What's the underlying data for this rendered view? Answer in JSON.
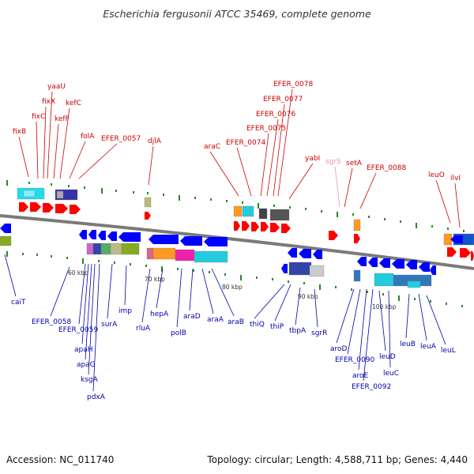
{
  "title": "Escherichia fergusonii ATCC 35469, complete genome",
  "accession": "Accession: NC_011740",
  "topology": "Topology: circular; Length: 4,588,711 bp; Genes: 4,440",
  "colors": {
    "forward_label": "#cc0000",
    "reverse_label": "#0000aa",
    "rna_label": "#e890c0",
    "forward_arrow": "#ff0000",
    "reverse_arrow": "#0000ff",
    "tick": "#228b22",
    "backbone": "#7a7a7a"
  },
  "top_labels": [
    "yaaU",
    "fixX",
    "kefC",
    "fixC",
    "kefF",
    "fixB",
    "folA",
    "EFER_0057",
    "djlA",
    "EFER_0078",
    "EFER_0077",
    "EFER_0076",
    "EFER_0075",
    "araC",
    "EFER_0074",
    "yabI",
    "sgrS",
    "setA",
    "EFER_0088",
    "leuO",
    "ilvI"
  ],
  "bottom_labels": [
    "caiT",
    "EFER_0058",
    "EFER_0059",
    "apaH",
    "apaG",
    "ksgA",
    "pdxA",
    "surA",
    "imp",
    "rluA",
    "hepA",
    "polB",
    "araD",
    "araA",
    "araB",
    "thiQ",
    "thiP",
    "tbpA",
    "sgrR",
    "aroD",
    "EFER_0090",
    "aroE",
    "EFER_0092",
    "leuD",
    "leuC",
    "leuB",
    "leuA",
    "leuL"
  ],
  "kbp_labels": [
    "60 kbp",
    "70 kbp",
    "80 kbp",
    "90 kbp",
    "100 kbp"
  ]
}
